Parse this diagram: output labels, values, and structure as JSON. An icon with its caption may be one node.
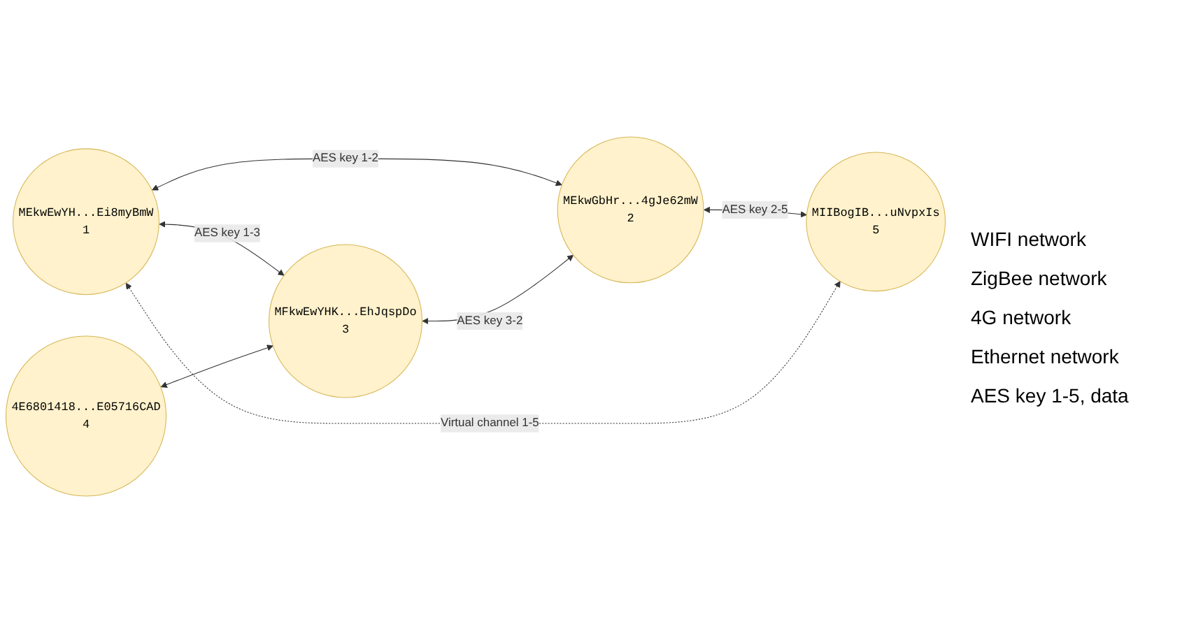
{
  "diagram": {
    "nodes": [
      {
        "text": [
          "MEkwEwYH...Ei8myBmW",
          "1"
        ]
      },
      {
        "text": [
          "MEkwGbHr...4gJe62mW",
          "2"
        ]
      },
      {
        "text": [
          "MFkwEwYHK...EhJqspDo",
          "3"
        ]
      },
      {
        "text": [
          "4E6801418...E05716CAD",
          "4"
        ]
      },
      {
        "text": [
          "MIIBogIB...uNvpxIs",
          "5"
        ]
      }
    ],
    "edges": [
      {
        "from": 0,
        "to": 1,
        "arrow": "both",
        "label": "AES key 1-2"
      },
      {
        "from": 0,
        "to": 2,
        "arrow": "both",
        "label": "AES key 1-3"
      },
      {
        "from": 2,
        "to": 1,
        "arrow": "both",
        "label": "AES key 3-2"
      },
      {
        "from": 1,
        "to": 4,
        "arrow": "both",
        "label": "AES key 2-5"
      },
      {
        "from": 3,
        "to": 2,
        "arrow": "both"
      },
      {
        "from": 0,
        "to": 4,
        "arrow": "both",
        "style": "dashed",
        "label": "Virtual channel 1-5"
      }
    ],
    "labels": [
      "WIFI network",
      "ZigBee network",
      "4G network",
      "Ethernet network",
      "AES key 1-5, data"
    ]
  }
}
